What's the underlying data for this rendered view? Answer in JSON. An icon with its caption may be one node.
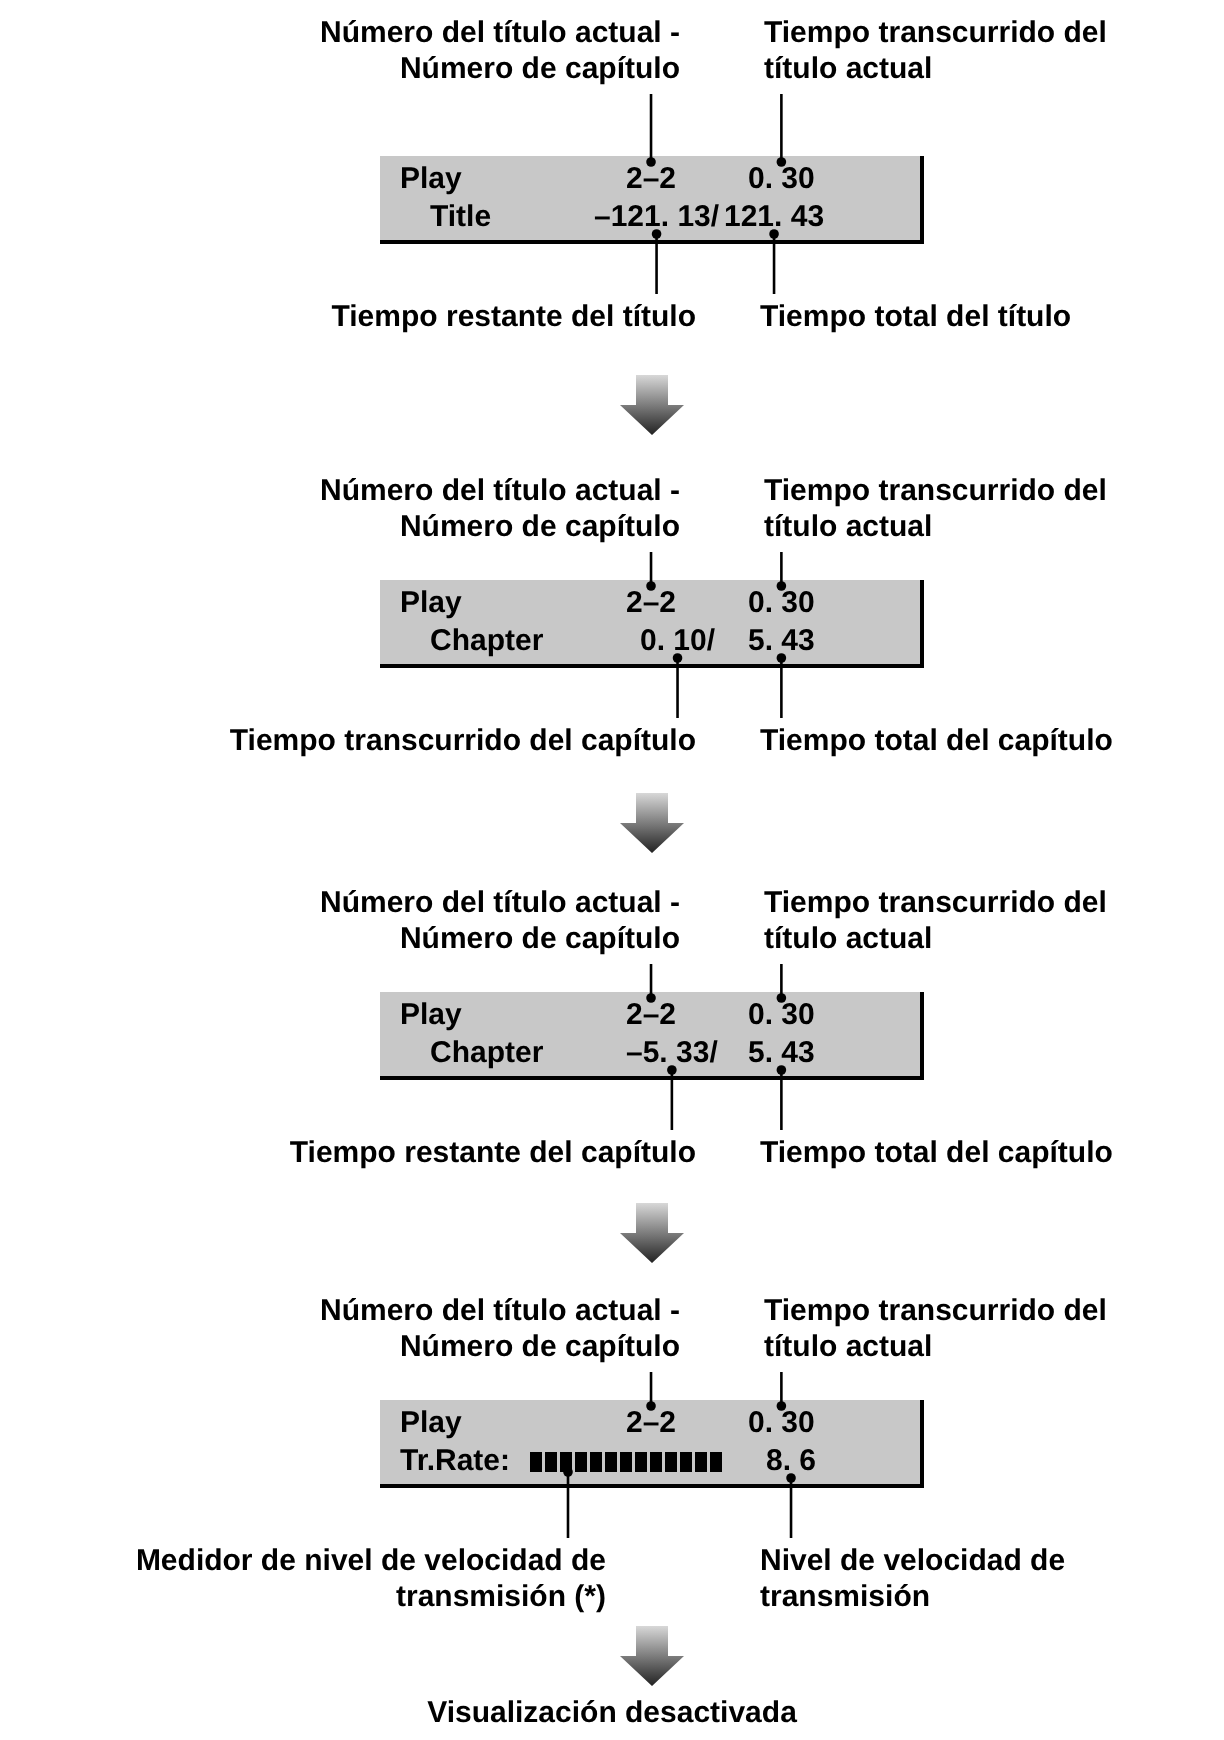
{
  "diagram": {
    "nodes": [
      {
        "text": [
          "Número del título actual - Número de capítulo"
        ]
      },
      {
        "text": [
          "Tiempo transcurrido del título actual"
        ]
      },
      {
        "text": [
          "Play",
          "Title"
        ]
      },
      {
        "text": [
          "2–2"
        ],
        "in": 2
      },
      {
        "text": [
          "0. 30"
        ],
        "in": 2
      },
      {
        "text": [
          "–121. 13/"
        ],
        "in": 2
      },
      {
        "text": [
          "121. 43"
        ],
        "in": 2
      },
      {
        "text": [
          "Tiempo restante del título"
        ]
      },
      {
        "text": [
          "Tiempo total del título"
        ]
      },
      {
        "text": [
          "Número del título actual - Número de capítulo"
        ]
      },
      {
        "text": [
          "Tiempo transcurrido del título actual"
        ]
      },
      {
        "text": [
          "Play",
          "Chapter"
        ]
      },
      {
        "text": [
          "2–2"
        ],
        "in": 11
      },
      {
        "text": [
          "0. 30"
        ],
        "in": 11
      },
      {
        "text": [
          "0. 10/"
        ],
        "in": 11
      },
      {
        "text": [
          "5. 43"
        ],
        "in": 11
      },
      {
        "text": [
          "Tiempo transcurrido del capítulo"
        ]
      },
      {
        "text": [
          "Tiempo total del capítulo"
        ]
      },
      {
        "text": [
          "Número del título actual - Número de capítulo"
        ]
      },
      {
        "text": [
          "Tiempo transcurrido del título actual"
        ]
      },
      {
        "text": [
          "Play",
          "Chapter"
        ]
      },
      {
        "text": [
          "2–2"
        ],
        "in": 20
      },
      {
        "text": [
          "0. 30"
        ],
        "in": 20
      },
      {
        "text": [
          "–5. 33/"
        ],
        "in": 20
      },
      {
        "text": [
          "5. 43"
        ],
        "in": 20
      },
      {
        "text": [
          "Tiempo restante del capítulo"
        ]
      },
      {
        "text": [
          "Tiempo total del capítulo"
        ]
      },
      {
        "text": [
          "Número del título actual - Número de capítulo"
        ]
      },
      {
        "text": [
          "Tiempo transcurrido del título actual"
        ]
      },
      {
        "text": [
          "Play",
          "Tr.Rate:"
        ]
      },
      {
        "text": [
          "2–2"
        ],
        "in": 29
      },
      {
        "text": [
          "0. 30"
        ],
        "in": 29
      },
      {
        "text": [],
        "shape": "bar",
        "in": 29
      },
      {
        "text": [
          "8. 6"
        ],
        "in": 29
      },
      {
        "text": [
          "Medidor de nivel de velocidad de transmisión (*)"
        ]
      },
      {
        "text": [
          "Nivel de velocidad de transmisión"
        ]
      },
      {
        "text": [
          "Visualización desactivada"
        ]
      }
    ],
    "edges": [
      {
        "from": 0,
        "to": 3,
        "arrow": "other"
      },
      {
        "from": 1,
        "to": 4,
        "arrow": "other"
      },
      {
        "from": 7,
        "to": 5,
        "arrow": "other"
      },
      {
        "from": 8,
        "to": 6,
        "arrow": "other"
      },
      {
        "from": 7,
        "to": 9,
        "arrow": "to",
        "style": "thick"
      },
      {
        "from": 9,
        "to": 12,
        "arrow": "other"
      },
      {
        "from": 10,
        "to": 13,
        "arrow": "other"
      },
      {
        "from": 16,
        "to": 14,
        "arrow": "other"
      },
      {
        "from": 17,
        "to": 15,
        "arrow": "other"
      },
      {
        "from": 16,
        "to": 18,
        "arrow": "to",
        "style": "thick"
      },
      {
        "from": 18,
        "to": 21,
        "arrow": "other"
      },
      {
        "from": 19,
        "to": 22,
        "arrow": "other"
      },
      {
        "from": 25,
        "to": 23,
        "arrow": "other"
      },
      {
        "from": 26,
        "to": 24,
        "arrow": "other"
      },
      {
        "from": 25,
        "to": 27,
        "arrow": "to",
        "style": "thick"
      },
      {
        "from": 27,
        "to": 30,
        "arrow": "other"
      },
      {
        "from": 28,
        "to": 31,
        "arrow": "other"
      },
      {
        "from": 34,
        "to": 32,
        "arrow": "other"
      },
      {
        "from": 35,
        "to": 33,
        "arrow": "other"
      },
      {
        "from": 34,
        "to": 36,
        "arrow": "to",
        "style": "thick"
      }
    ]
  }
}
